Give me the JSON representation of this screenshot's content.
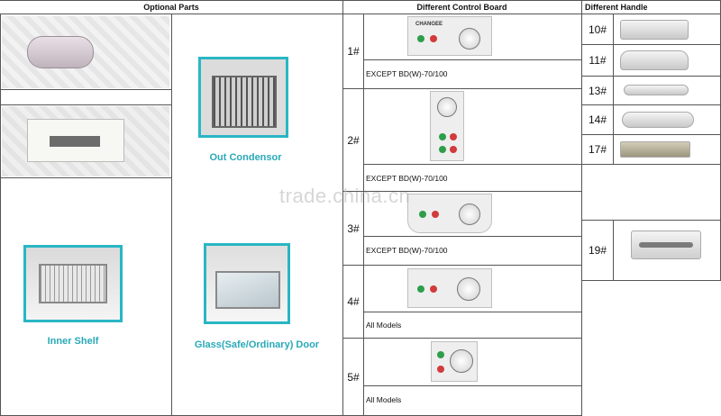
{
  "headers": {
    "optional_parts": "Optional Parts",
    "control_board": "Different Control Board",
    "handle": "Different Handle"
  },
  "optional_parts": {
    "out_condensor": "Out Condensor",
    "inner_shelf": "Inner Shelf",
    "glass_door": "Glass(Safe/Ordinary) Door"
  },
  "control_boards": [
    {
      "num": "1#",
      "note": "EXCEPT BD(W)-70/100",
      "brand": "CHANGEE"
    },
    {
      "num": "2#",
      "note": "EXCEPT BD(W)-70/100"
    },
    {
      "num": "3#",
      "note": "EXCEPT BD(W)-70/100"
    },
    {
      "num": "4#",
      "note": "All Models"
    },
    {
      "num": "5#",
      "note": "All Models"
    }
  ],
  "handles": [
    {
      "num": "10#"
    },
    {
      "num": "11#"
    },
    {
      "num": "13#"
    },
    {
      "num": "14#"
    },
    {
      "num": "17#"
    },
    {
      "num": "19#"
    }
  ],
  "watermark": "trade.china.cn",
  "colors": {
    "caption": "#29a9b8",
    "green_button": "#2e9e4a",
    "red_button": "#d23b3b",
    "photo_border": "#29b6c4"
  }
}
